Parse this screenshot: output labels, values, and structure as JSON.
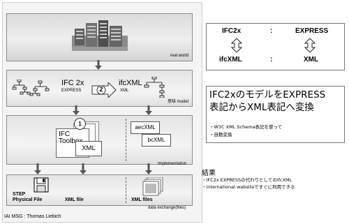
{
  "diagram": {
    "real_world_label": "real world",
    "ifc2x_label": "IFC 2x",
    "express_label": "EXPRESS",
    "step_number": "2",
    "ifcxml_label": "ifcXML",
    "xml_label": "XML",
    "model_label": "意味 model",
    "step1_number": "1",
    "ifc_toolbox_label": "IFC\nToolbox",
    "xml_box_label": "XML",
    "aecxml_label": "aecXML",
    "bcxml_label": "bcXML",
    "implementation_label": "Implementation",
    "step_physical_label": "STEP\nPhysical File",
    "xml_file_label": "XML file",
    "xml_files_label": "XML files",
    "data_exchange_label": "data exchange(files)",
    "credit": "IAI  MSG : Thomas Liebich"
  },
  "mapping": {
    "left_top": "IFC2x",
    "colon_top": ":",
    "right_top": "EXPRESS",
    "left_bottom": "ifcXML",
    "colon_bottom": ":",
    "right_bottom": "XML"
  },
  "conversion": {
    "title_line1": "IFC2xのモデルをEXPRESS",
    "title_line2": "表記からXML表記へ変換",
    "bullet1": "・W3C XML Schema表記を使って",
    "bullet2": "・自動変換"
  },
  "result": {
    "heading": "結果",
    "line1": "・IFC2x EXPRESSの代わりとしてのifcXML",
    "line2": "・international wabsiteですぐに利用できる"
  },
  "colors": {
    "box_border": "#777777",
    "layer_fill": "#e3e3e3",
    "arrow": "#555555"
  }
}
